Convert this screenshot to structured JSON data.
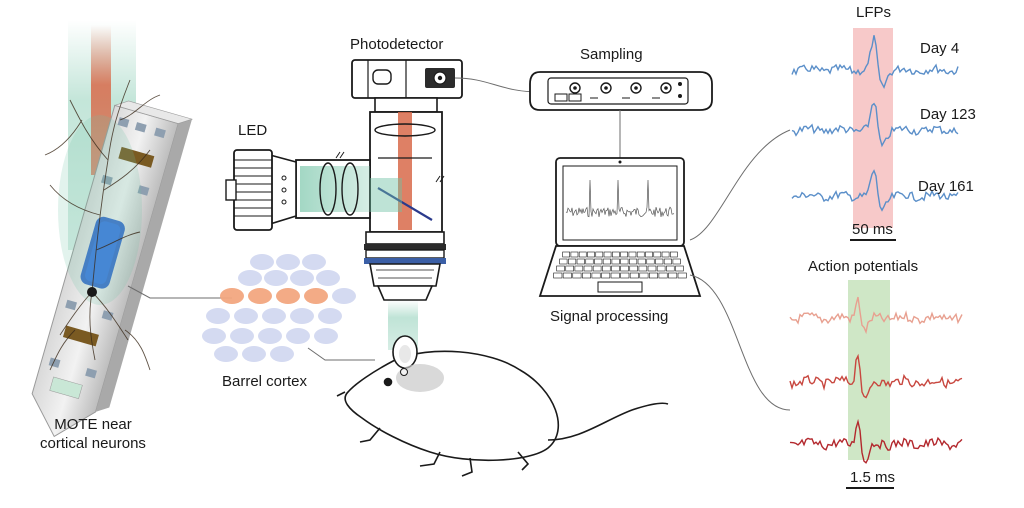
{
  "labels": {
    "photodetector": "Photodetector",
    "led": "LED",
    "sampling": "Sampling",
    "signal_processing": "Signal processing",
    "barrel_cortex": "Barrel cortex",
    "mote_line1": "MOTE near",
    "mote_line2": "cortical neurons"
  },
  "lfp": {
    "title": "LFPs",
    "traces": [
      {
        "label": "Day 4"
      },
      {
        "label": "Day 123"
      },
      {
        "label": "Day 161"
      }
    ],
    "scale_bar": "50 ms",
    "trace_color": "#5b8fc9",
    "highlight_color": "#f7c9c9"
  },
  "ap": {
    "title": "Action potentials",
    "scale_bar": "1.5 ms",
    "trace_colors": [
      "#e8a090",
      "#c8473f",
      "#b3282d"
    ],
    "highlight_color": "#cfe7c6"
  },
  "colors": {
    "laser": "#d86a4a",
    "led_beam": "#6fc1a3",
    "barrel_highlight": "#f2a77f",
    "barrel_cells": "#ccd3ee"
  }
}
